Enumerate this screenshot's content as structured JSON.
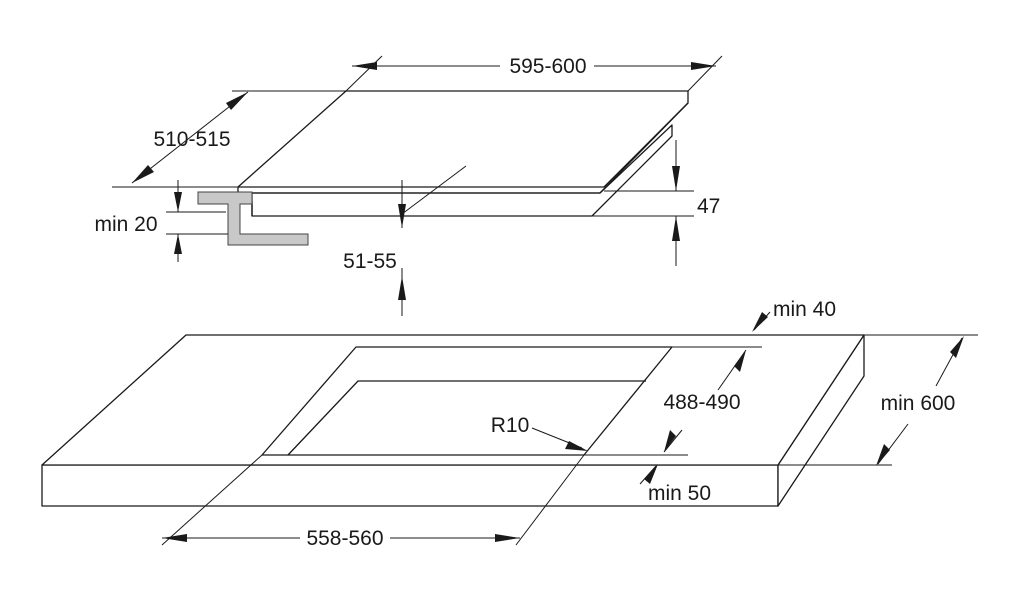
{
  "dimensions": {
    "hob_width": "595-600",
    "hob_depth": "510-515",
    "clearance_below": "min 20",
    "hob_height": "47",
    "insertion_depth": "51-55",
    "back_margin": "min 40",
    "cutout_depth": "488-490",
    "corner_radius": "R10",
    "worktop_depth": "min 600",
    "front_margin": "min 50",
    "cutout_width": "558-560"
  }
}
